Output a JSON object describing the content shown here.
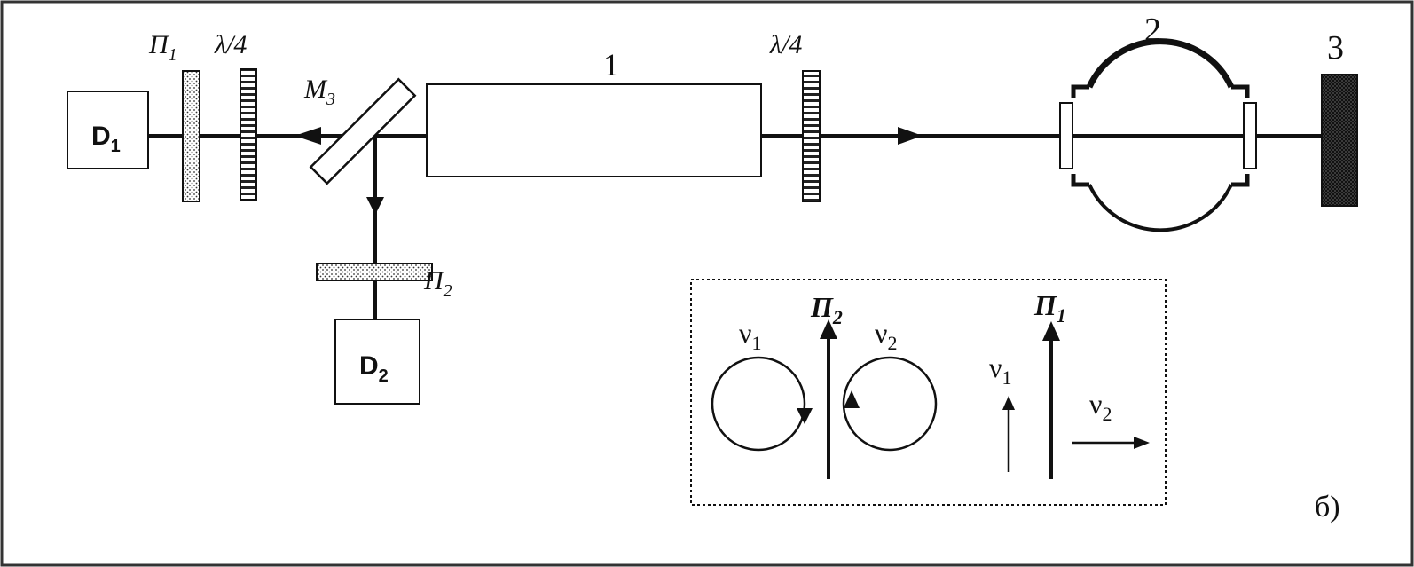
{
  "labels": {
    "polarizer1": "П",
    "polarizer1_sub": "1",
    "quarter_wave_left": "λ/4",
    "mirror": "M",
    "mirror_sub": "3",
    "laser_tube": "1",
    "quarter_wave_right": "λ/4",
    "cell": "2",
    "end_mirror": "3",
    "polarizer2": "П",
    "polarizer2_sub": "2",
    "detector1": "D",
    "detector1_sub": "1",
    "detector2": "D",
    "detector2_sub": "2"
  },
  "inset": {
    "pi2": "П",
    "pi2_sub": "2",
    "pi1": "П",
    "pi1_sub": "1",
    "nu1_left": "ν",
    "nu1_left_sub": "1",
    "nu2_left": "ν",
    "nu2_left_sub": "2",
    "nu1_right": "ν",
    "nu1_right_sub": "1",
    "nu2_right": "ν",
    "nu2_right_sub": "2"
  },
  "panel_label": "б)",
  "colors": {
    "ink": "#111111",
    "frame": "#333333",
    "end_mirror_fill": "#2a2a2a"
  }
}
